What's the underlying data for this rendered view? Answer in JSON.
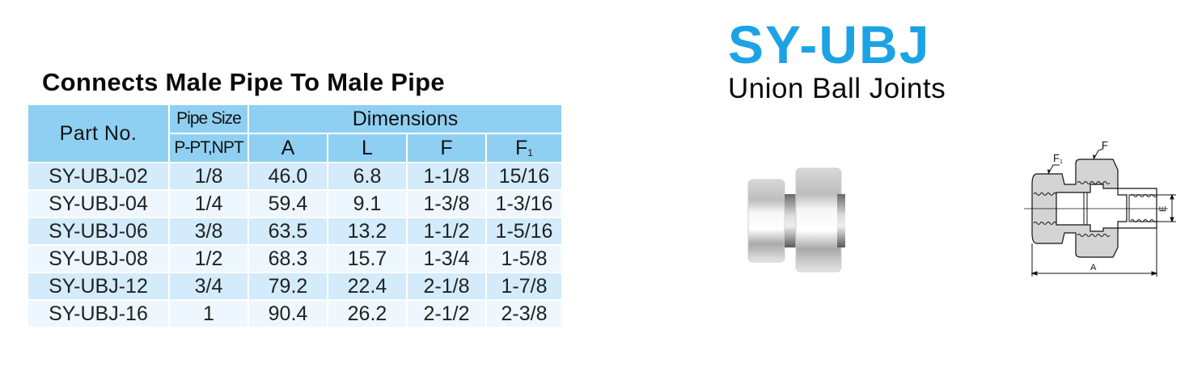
{
  "product": {
    "code": "SY-UBJ",
    "name": "Union Ball Joints",
    "brand_color": "#1ca3e4"
  },
  "table_section": {
    "title": "Connects Male Pipe To Male Pipe",
    "header": {
      "part_no": "Part No.",
      "pipe_size": "Pipe Size",
      "pipe_size_sub": "P-PT,NPT",
      "dimensions": "Dimensions",
      "columns": [
        {
          "label": "A",
          "subscript": ""
        },
        {
          "label": "L",
          "subscript": ""
        },
        {
          "label": "F",
          "subscript": ""
        },
        {
          "label": "F",
          "subscript": "1"
        }
      ]
    },
    "rows": [
      {
        "part_no": "SY-UBJ-02",
        "pipe_size": "1/8",
        "A": "46.0",
        "L": "6.8",
        "F": "1-1/8",
        "F1": "15/16"
      },
      {
        "part_no": "SY-UBJ-04",
        "pipe_size": "1/4",
        "A": "59.4",
        "L": "9.1",
        "F": "1-3/8",
        "F1": "1-3/16"
      },
      {
        "part_no": "SY-UBJ-06",
        "pipe_size": "3/8",
        "A": "63.5",
        "L": "13.2",
        "F": "1-1/2",
        "F1": "1-5/16"
      },
      {
        "part_no": "SY-UBJ-08",
        "pipe_size": "1/2",
        "A": "68.3",
        "L": "15.7",
        "F": "1-3/4",
        "F1": "1-5/8"
      },
      {
        "part_no": "SY-UBJ-12",
        "pipe_size": "3/4",
        "A": "79.2",
        "L": "22.4",
        "F": "2-1/8",
        "F1": "1-7/8"
      },
      {
        "part_no": "SY-UBJ-16",
        "pipe_size": "1",
        "A": "90.4",
        "L": "26.2",
        "F": "2-1/2",
        "F1": "2-3/8"
      }
    ],
    "colors": {
      "header_bg": "#8fd0f2",
      "row_bg_a": "#d3ebfa",
      "row_bg_b": "#eef7fd"
    }
  },
  "drawing": {
    "labels": {
      "F1": "F",
      "F1_sub": "1",
      "F": "F",
      "A": "A",
      "E": "E"
    }
  }
}
